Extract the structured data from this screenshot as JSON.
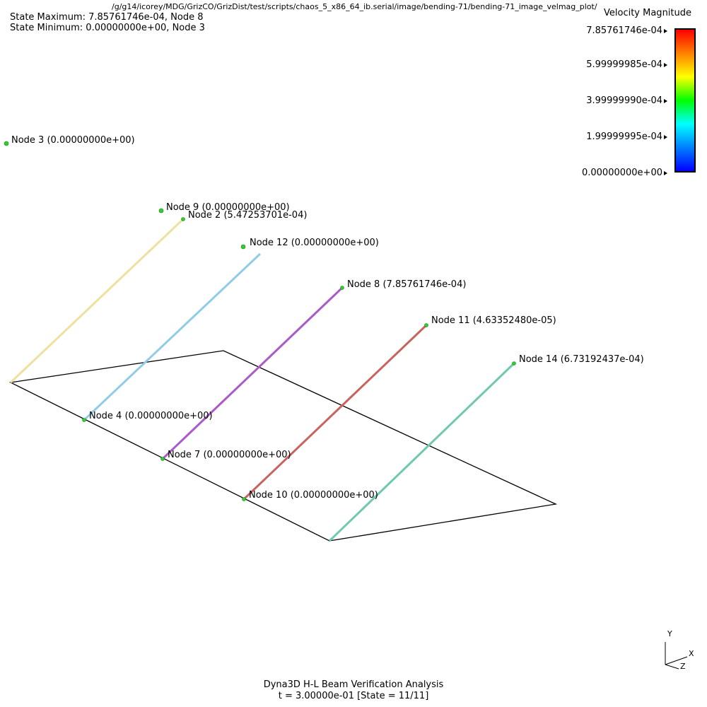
{
  "header": {
    "file_path": "/g/g14/icorey/MDG/GrizCO/GrizDist/test/scripts/chaos_5_x86_64_ib.serial/image/bending-71/bending-71_image_velmag_plot/",
    "state_max": "State Maximum: 7.85761746e-04, Node 8",
    "state_min": "State Minimum: 0.00000000e+00, Node 3"
  },
  "legend": {
    "title": "Velocity Magnitude",
    "ticks": [
      "7.85761746e-04",
      "5.99999985e-04",
      "3.99999990e-04",
      "1.99999995e-04",
      "0.00000000e+00"
    ],
    "gradient": [
      "#ff0000",
      "#ff8000",
      "#ffff00",
      "#00ff00",
      "#00ffff",
      "#0080ff",
      "#0000ff"
    ]
  },
  "nodes": [
    {
      "label": "Node 3 (0.00000000e+00)"
    },
    {
      "label": "Node 9 (0.00000000e+00)"
    },
    {
      "label": "Node 2 (5.47253701e-04)"
    },
    {
      "label": "Node 12 (0.00000000e+00)"
    },
    {
      "label": "Node 8 (7.85761746e-04)"
    },
    {
      "label": "Node 11 (4.63352480e-05)"
    },
    {
      "label": "Node 14 (6.73192437e-04)"
    },
    {
      "label": "Node 4 (0.00000000e+00)"
    },
    {
      "label": "Node 7 (0.00000000e+00)"
    },
    {
      "label": "Node 10 (0.00000000e+00)"
    }
  ],
  "beams": {
    "colors": [
      "#f0e0a0",
      "#90cce6",
      "#aa5bc8",
      "#c86460",
      "#70c8b0"
    ]
  },
  "colors": {
    "node_marker": "#33cc33",
    "outline": "#000000"
  },
  "axes": {
    "y": "Y",
    "x": "X",
    "z": "Z"
  },
  "footer": {
    "title": "Dyna3D H-L Beam Verification Analysis",
    "time": "t = 3.00000e-01 [State = 11/11]"
  }
}
